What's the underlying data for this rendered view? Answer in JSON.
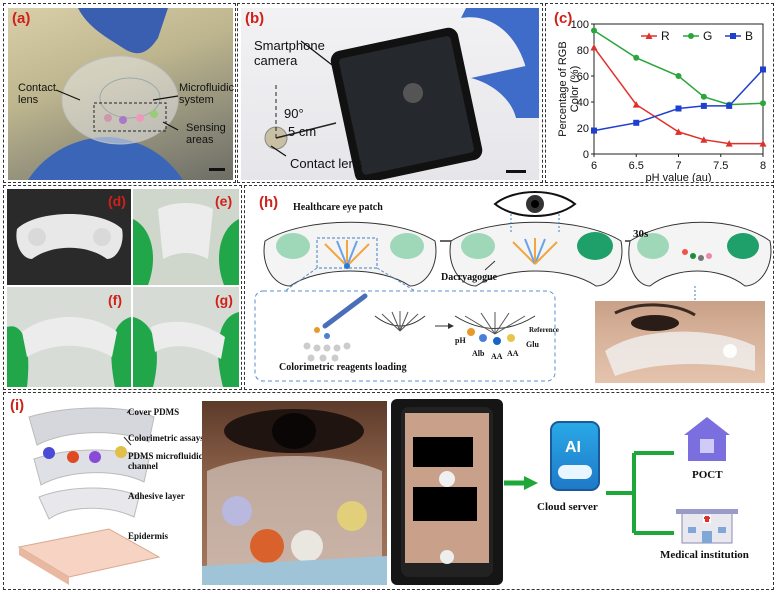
{
  "labels": {
    "a": "(a)",
    "b": "(b)",
    "c": "(c)",
    "d": "(d)",
    "e": "(e)",
    "f": "(f)",
    "g": "(g)",
    "h": "(h)",
    "i": "(i)"
  },
  "panel_a": {
    "contact_lens": "Contact\nlens",
    "microfluidic": "Microfluidic\nsystem",
    "sensing": "Sensing\nareas"
  },
  "panel_b": {
    "camera": "Smartphone\ncamera",
    "angle": "90°",
    "distance": "5 cm",
    "lens": "Contact lens"
  },
  "panel_h": {
    "patch_title": "Healthcare eye patch",
    "dacryagogue": "Dacryagogue",
    "time": "30s",
    "loading": "Colorimetric reagents loading",
    "ph": "pH",
    "alb": "Alb",
    "aa1": "AA",
    "aa2": "AA",
    "glu": "Glu",
    "reference": "Reference"
  },
  "panel_i": {
    "cover": "Cover PDMS",
    "assays": "Colorimetric assays",
    "channel": "PDMS microfluidic\nchannel",
    "adhesive": "Adhesive layer",
    "epidermis": "Epidermis",
    "cloud": "Cloud server",
    "poct": "POCT",
    "medical": "Medical institution",
    "ai": "AI"
  },
  "colors": {
    "R": "#e0302a",
    "G": "#2aa63a",
    "B": "#1f3fcf",
    "accent_green": "#1ea83a",
    "label_red": "#d0201a"
  },
  "chart_data": {
    "type": "line",
    "xlabel": "pH value (au)",
    "ylabel": "Percentage of RGB\nColor (%)",
    "xlim": [
      6,
      8
    ],
    "ylim": [
      0,
      100
    ],
    "xticks": [
      "6",
      "6.5",
      "7",
      "7.5",
      "8"
    ],
    "yticks": [
      "0",
      "20",
      "40",
      "60",
      "80",
      "100"
    ],
    "legend": "top-right",
    "x": [
      6,
      6.5,
      7,
      7.3,
      7.6,
      8
    ],
    "series": [
      {
        "name": "R",
        "color": "#e0302a",
        "marker": "triangle",
        "values": [
          82,
          38,
          17,
          11,
          8,
          8
        ]
      },
      {
        "name": "G",
        "color": "#2aa63a",
        "marker": "circle",
        "values": [
          95,
          74,
          60,
          44,
          38,
          39
        ]
      },
      {
        "name": "B",
        "color": "#1f3fcf",
        "marker": "square",
        "values": [
          18,
          24,
          35,
          37,
          37,
          65
        ]
      }
    ]
  }
}
